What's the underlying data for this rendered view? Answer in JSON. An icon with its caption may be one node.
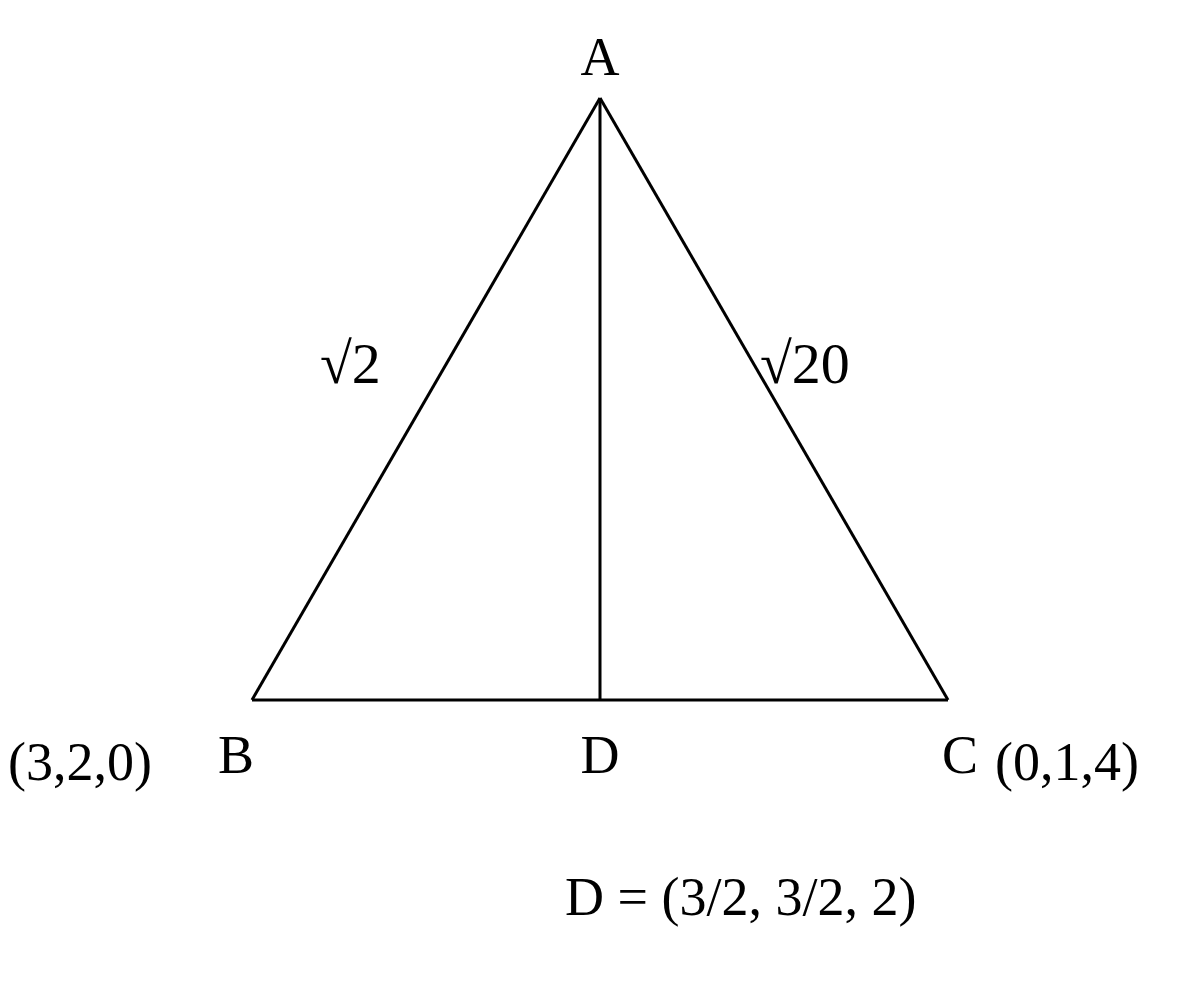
{
  "diagram": {
    "nodes": [
      {
        "text": [
          "A"
        ]
      },
      {
        "text": [
          "B"
        ],
        "beside": [
          "(3,2,0)"
        ]
      },
      {
        "text": [
          "C"
        ],
        "beside": [
          "(0,1,4)"
        ]
      },
      {
        "text": [
          "D"
        ]
      }
    ],
    "edges": [
      {
        "from": 0,
        "to": 1,
        "arrow": "none",
        "label": "√2"
      },
      {
        "from": 0,
        "to": 2,
        "arrow": "none",
        "label": "√20"
      },
      {
        "from": 1,
        "to": 3,
        "arrow": "none"
      },
      {
        "from": 3,
        "to": 2,
        "arrow": "none"
      },
      {
        "from": 0,
        "to": 3,
        "arrow": "none"
      }
    ],
    "labels": [
      "D = (3/2, 3/2, 2)"
    ]
  }
}
